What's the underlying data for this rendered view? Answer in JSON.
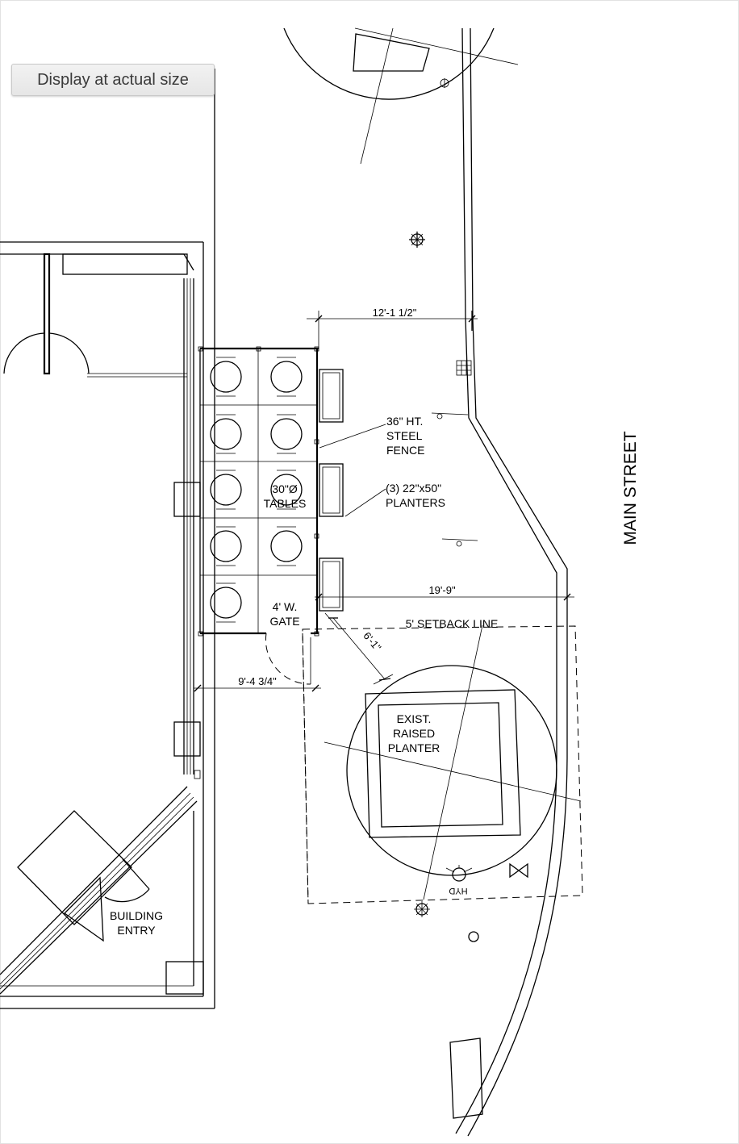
{
  "toolbar": {
    "display_button_label": "Display at actual size"
  },
  "plan": {
    "street_label": "MAIN STREET",
    "dimensions": {
      "fence_to_curb": "12'-1 1/2\"",
      "planter_to_curb": "19'-9\"",
      "gate_offset": "9'-4 3/4\"",
      "setback_to_planter": "6'-1\""
    },
    "callouts": {
      "fence": [
        "36\" HT.",
        "STEEL",
        "FENCE"
      ],
      "planters": [
        "(3) 22\"x50\"",
        "PLANTERS"
      ],
      "tables": [
        "30\"Ø",
        "TABLES"
      ],
      "gate": [
        "4' W.",
        "GATE"
      ],
      "setback": "5' SETBACK LINE",
      "raised_planter": [
        "EXIST.",
        "RAISED",
        "PLANTER"
      ],
      "building_entry": [
        "BUILDING",
        "ENTRY"
      ],
      "hydrant": "HYD"
    }
  }
}
